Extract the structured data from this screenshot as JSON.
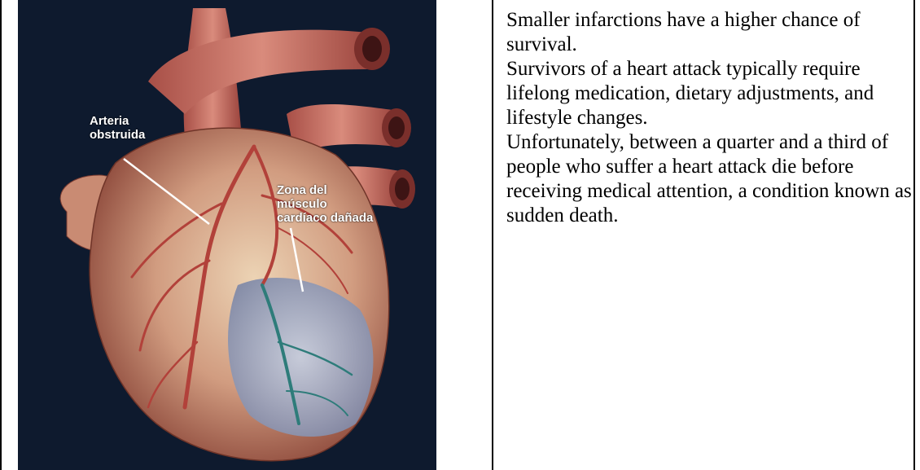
{
  "figure": {
    "labels": {
      "blocked_artery": "Arteria\nobstruida",
      "damaged_zone": "Zona del\nmúsculo\ncardíaco dañada"
    },
    "colors": {
      "background": "#0e1a2e",
      "heart_muscle": "#c98b73",
      "artery": "#b2413a",
      "damaged_area": "#9aa8c4"
    }
  },
  "paragraphs": [
    "Smaller infarctions have a higher chance of survival.",
    "Survivors of a heart attack typically require lifelong medication, dietary adjustments, and lifestyle changes.",
    "Unfortunately, between a quarter and a third of people who suffer a heart attack die before receiving medical attention, a condition known as sudden death."
  ]
}
